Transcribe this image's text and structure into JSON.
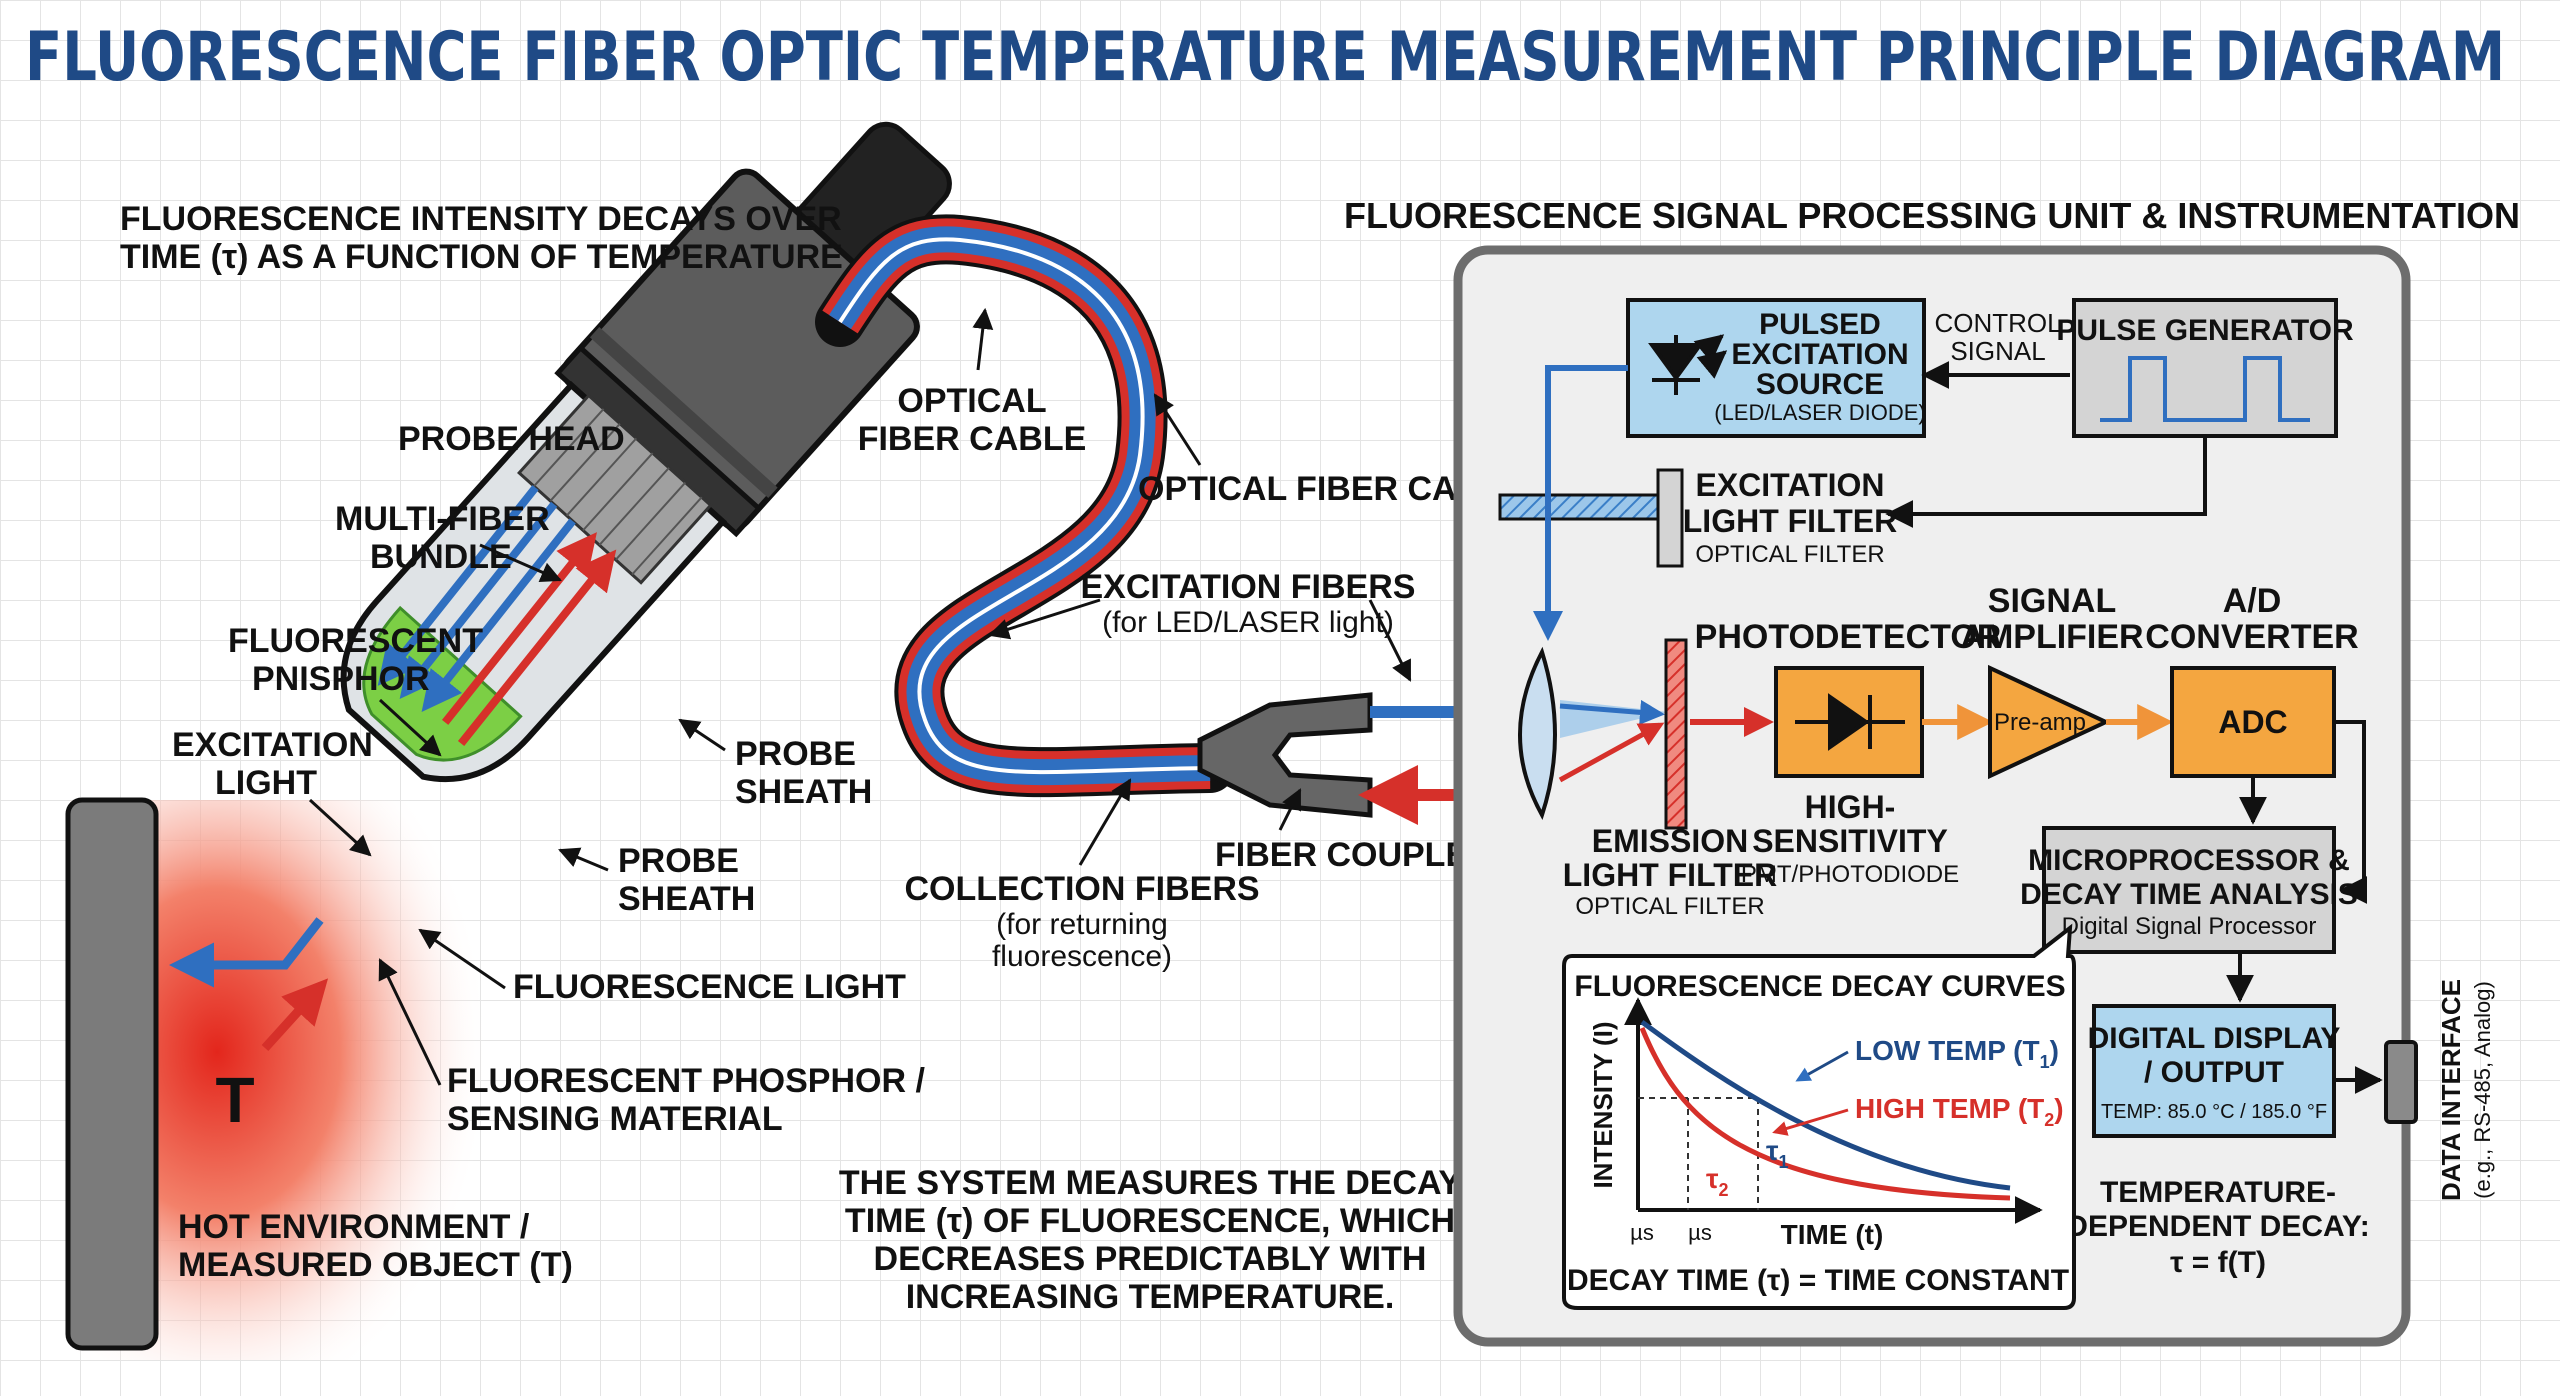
{
  "title": "FLUORESCENCE FIBER OPTIC TEMPERATURE MEASUREMENT PRINCIPLE DIAGRAM",
  "probe": {
    "top_note_line1": "FLUORESCENCE INTENSITY DECAYS OVER",
    "top_note_line2": "TIME (τ) AS A FUNCTION OF TEMPERATURE",
    "probe_head": "PROBE HEAD",
    "multi_fiber_line1": "MULTI-FIBER",
    "multi_fiber_line2": "BUNDLE",
    "fluorescent_pnisphor_line1": "FLUORESCENT",
    "fluorescent_pnisphor_line2": "PNISPHOR",
    "excitation_light_line1": "EXCITATION",
    "excitation_light_line2": "LIGHT",
    "probe_sheath_right_line1": "PROBE",
    "probe_sheath_right_line2": "SHEATH",
    "probe_sheath_lower_line1": "PROBE",
    "probe_sheath_lower_line2": "SHEATH",
    "fluorescence_light": "FLUORESCENCE LIGHT",
    "phosphor_line1": "FLUORESCENT PHOSPHOR /",
    "phosphor_line2": "SENSING MATERIAL",
    "temp_symbol": "T",
    "hot_env_line1": "HOT ENVIRONMENT /",
    "hot_env_line2": "MEASURED OBJECT (T)"
  },
  "cable": {
    "optical_fiber_cable_a_line1": "OPTICAL",
    "optical_fiber_cable_a_line2": "FIBER CABLE",
    "optical_fiber_cable_b": "OPTICAL FIBER CABLE",
    "excitation_fibers_line1": "EXCITATION FIBERS",
    "excitation_fibers_line2": "(for LED/LASER light)",
    "collection_fibers_line1": "COLLECTION FIBERS",
    "collection_fibers_line2": "(for returning",
    "collection_fibers_line3": "fluorescence)",
    "fiber_coupler": "FIBER COUPLER"
  },
  "system_note": {
    "line1": "THE SYSTEM MEASURES THE DECAY",
    "line2": "TIME (τ) OF FLUORESCENCE, WHICH",
    "line3": "DECREASES PREDICTABLY WITH",
    "line4": "INCREASING TEMPERATURE."
  },
  "unit": {
    "heading": "FLUORESCENCE SIGNAL PROCESSING UNIT & INSTRUMENTATION",
    "pulsed_source_line1": "PULSED",
    "pulsed_source_line2": "EXCITATION",
    "pulsed_source_line3": "SOURCE",
    "pulsed_source_line4": "(LED/LASER DIODE)",
    "control_signal_line1": "CONTROL",
    "control_signal_line2": "SIGNAL",
    "pulse_generator": "PULSE GENERATOR",
    "excitation_filter_line1": "EXCITATION",
    "excitation_filter_line2": "LIGHT FILTER",
    "excitation_filter_line3": "OPTICAL FILTER",
    "photodetector": "PHOTODETECTOR",
    "signal_amp_line1": "SIGNAL",
    "signal_amp_line2": "AMPLIFIER",
    "preamp": "Pre-amp",
    "adc_title_line1": "A/D",
    "adc_title_line2": "CONVERTER",
    "adc": "ADC",
    "emission_filter_line1": "EMISSION",
    "emission_filter_line2": "LIGHT FILTER",
    "emission_filter_line3": "OPTICAL FILTER",
    "high_sens_line1": "HIGH-",
    "high_sens_line2": "SENSITIVITY",
    "high_sens_line3": "PMT/PHOTODIODE",
    "micro_line1": "MICROPROCESSOR &",
    "micro_line2": "DECAY TIME ANALYSIS",
    "micro_line3": "Digital Signal Processor",
    "display_line1": "DIGITAL DISPLAY",
    "display_line2": "/ OUTPUT",
    "display_line3": "TEMP: 85.0 °C / 185.0 °F",
    "temp_dep_line1": "TEMPERATURE-",
    "temp_dep_line2": "DEPENDENT DECAY:",
    "temp_dep_line3": "τ = f(T)",
    "data_interface_line1": "DATA INTERFACE",
    "data_interface_line2": "(e.g., RS-485, Analog)"
  },
  "decay_chart": {
    "title": "FLUORESCENCE DECAY CURVES",
    "low_temp_label": "LOW TEMP (T",
    "low_temp_sub": "1",
    "high_temp_label": "HIGH TEMP (T",
    "high_temp_sub": "2",
    "tau1": "τ",
    "tau1_sub": "1",
    "tau2": "τ",
    "tau2_sub": "2",
    "ylabel": "INTENSITY (I)",
    "xlabel": "TIME (t)",
    "tick_a": "µs",
    "tick_b": "µs",
    "caption": "DECAY TIME (τ) = TIME CONSTANT"
  },
  "colors": {
    "title": "#1f4a86",
    "excitation_blue": "#2f6fc0",
    "collection_red": "#d6302a",
    "box_blue": "#aed6ee",
    "box_orange": "#f4a640",
    "box_gray": "#d4d4d4",
    "phosphor_green": "#7ccf45"
  }
}
